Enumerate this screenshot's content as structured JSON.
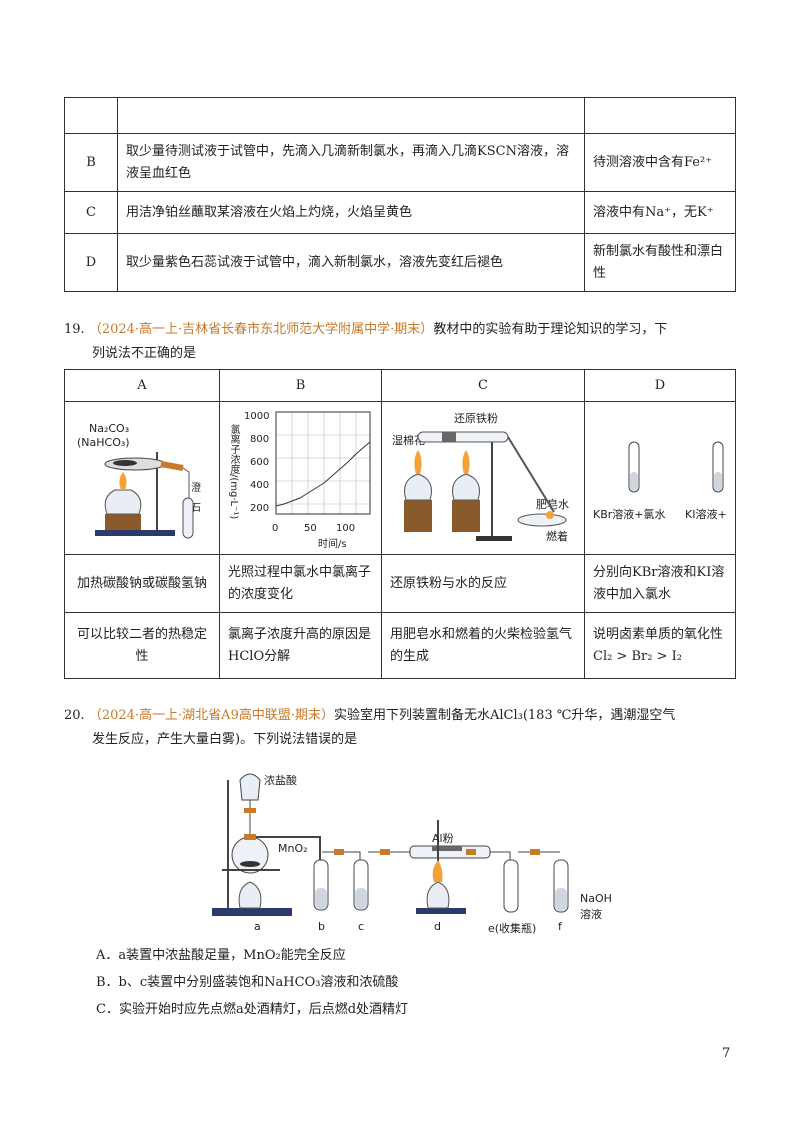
{
  "table1": {
    "rows": [
      {
        "label": "",
        "operation": "",
        "conclusion": ""
      },
      {
        "label": "B",
        "operation": "取少量待测试液于试管中，先滴入几滴新制氯水，再滴入几滴KSCN溶液，溶液呈血红色",
        "conclusion": "待测溶液中含有Fe²⁺"
      },
      {
        "label": "C",
        "operation": "用洁净铂丝蘸取某溶液在火焰上灼烧，火焰呈黄色",
        "conclusion": "溶液中有Na⁺，无K⁺"
      },
      {
        "label": "D",
        "operation": "取少量紫色石蕊试液于试管中，滴入新制氯水，溶液先变红后褪色",
        "conclusion": "新制氯水有酸性和漂白性"
      }
    ]
  },
  "q19": {
    "number": "19.",
    "source": "（2024·高一上·吉林省长春市东北师范大学附属中学·期末）",
    "stem_line1": "教材中的实验有助于理论知识的学习，下",
    "stem_line2": "列说法不正确的是",
    "headers": [
      "A",
      "B",
      "C",
      "D"
    ],
    "fig_a": {
      "label1": "Na₂CO₃",
      "label2": "(NaHCO₃)",
      "label3": "澄",
      "label4": "石"
    },
    "fig_b": {
      "ylabel": "氯离子浓度/(mg·L⁻¹)",
      "xlabel": "时间/s",
      "yticks": [
        "1000",
        "800",
        "600",
        "400",
        "200"
      ],
      "xticks": [
        "0",
        "50",
        "100"
      ]
    },
    "fig_c": {
      "label1": "还原铁粉",
      "label2": "湿棉花",
      "label3": "肥皂水",
      "label4": "燃着"
    },
    "fig_d": {
      "label1": "KBr溶液+氯水",
      "label2": "KI溶液+"
    },
    "row_desc": [
      "加热碳酸钠或碳酸氢钠",
      "光照过程中氯水中氯离子的浓度变化",
      "还原铁粉与水的反应",
      "分别向KBr溶液和KI溶液中加入氯水"
    ],
    "row_concl": [
      "可以比较二者的热稳定性",
      "氯离子浓度升高的原因是HClO分解",
      "用肥皂水和燃着的火柴检验氢气的生成",
      "说明卤素单质的氧化性Cl₂ > Br₂ > I₂"
    ]
  },
  "q20": {
    "number": "20.",
    "source": "（2024·高一上·湖北省A9高中联盟·期末）",
    "stem_line1": "实验室用下列装置制备无水AlCl₃(183 ℃升华，遇潮湿空气",
    "stem_line2": "发生反应，产生大量白雾)。下列说法错误的是",
    "fig": {
      "acid": "浓盐酸",
      "mno2": "MnO₂",
      "al": "Al粉",
      "naoh": "NaOH",
      "sol": "溶液",
      "a": "a",
      "b": "b",
      "c": "c",
      "d": "d",
      "e": "e(收集瓶)",
      "f": "f"
    },
    "options": [
      "A．a装置中浓盐酸足量，MnO₂能完全反应",
      "B．b、c装置中分别盛装饱和NaHCO₃溶液和浓硫酸",
      "C．实验开始时应先点燃a处酒精灯，后点燃d处酒精灯"
    ]
  },
  "page_number": "7"
}
